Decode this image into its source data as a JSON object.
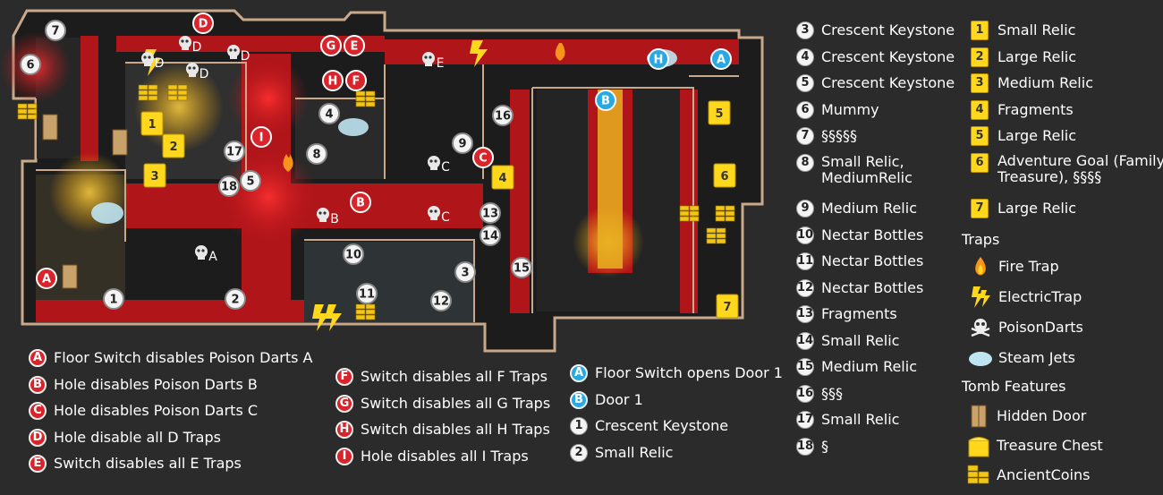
{
  "map_markers": {
    "red": [
      {
        "label": "D"
      },
      {
        "label": "G"
      },
      {
        "label": "E"
      },
      {
        "label": "H"
      },
      {
        "label": "F"
      },
      {
        "label": "I"
      },
      {
        "label": "C"
      },
      {
        "label": "B"
      },
      {
        "label": "A"
      }
    ],
    "blue": [
      {
        "label": "H"
      },
      {
        "label": "A"
      },
      {
        "label": "B"
      }
    ],
    "white": [
      {
        "label": "7"
      },
      {
        "label": "6"
      },
      {
        "label": "4"
      },
      {
        "label": "16"
      },
      {
        "label": "9"
      },
      {
        "label": "17"
      },
      {
        "label": "8"
      },
      {
        "label": "5"
      },
      {
        "label": "18"
      },
      {
        "label": "13"
      },
      {
        "label": "14"
      },
      {
        "label": "10"
      },
      {
        "label": "3"
      },
      {
        "label": "15"
      },
      {
        "label": "11"
      },
      {
        "label": "12"
      },
      {
        "label": "1"
      },
      {
        "label": "2"
      }
    ],
    "yellow": [
      {
        "label": "1"
      },
      {
        "label": "2"
      },
      {
        "label": "3"
      },
      {
        "label": "4"
      },
      {
        "label": "5"
      },
      {
        "label": "6"
      },
      {
        "label": "7"
      }
    ],
    "darts": [
      {
        "label": "D"
      },
      {
        "label": "D"
      },
      {
        "label": "D"
      },
      {
        "label": "E"
      },
      {
        "label": "C"
      },
      {
        "label": "B"
      },
      {
        "label": "C"
      },
      {
        "label": "A"
      },
      {
        "label": "D"
      }
    ]
  },
  "legend_left": [
    {
      "key": "A",
      "text": "Floor Switch disables Poison Darts A"
    },
    {
      "key": "B",
      "text": "Hole disables Poison Darts B"
    },
    {
      "key": "C",
      "text": "Hole disables Poison Darts C"
    },
    {
      "key": "D",
      "text": "Hole disable all D Traps"
    },
    {
      "key": "E",
      "text": "Switch disables all E Traps"
    }
  ],
  "legend_mid": [
    {
      "key": "F",
      "text": "Switch disables all F Traps"
    },
    {
      "key": "G",
      "text": "Switch disables all G Traps"
    },
    {
      "key": "H",
      "text": "Switch disables all H Traps"
    },
    {
      "key": "I",
      "text": "Hole disables all I Traps"
    }
  ],
  "legend_blue": [
    {
      "key": "A",
      "text": "Floor Switch opens Door 1"
    },
    {
      "key": "B",
      "text": "Door 1"
    }
  ],
  "legend_white_low": [
    {
      "key": "1",
      "text": "Crescent Keystone"
    },
    {
      "key": "2",
      "text": "Small Relic"
    }
  ],
  "legend_numbers": [
    {
      "key": "3",
      "text": "Crescent Keystone"
    },
    {
      "key": "4",
      "text": "Crescent Keystone"
    },
    {
      "key": "5",
      "text": "Crescent Keystone"
    },
    {
      "key": "6",
      "text": "Mummy"
    },
    {
      "key": "7",
      "text": "§§§§§"
    },
    {
      "key": "8",
      "text": "Small Relic,",
      "text2": "MediumRelic"
    },
    {
      "key": "9",
      "text": "Medium Relic"
    },
    {
      "key": "10",
      "text": "Nectar Bottles"
    },
    {
      "key": "11",
      "text": "Nectar Bottles"
    },
    {
      "key": "12",
      "text": "Nectar Bottles"
    },
    {
      "key": "13",
      "text": "Fragments"
    },
    {
      "key": "14",
      "text": "Small Relic"
    },
    {
      "key": "15",
      "text": "Medium Relic"
    },
    {
      "key": "16",
      "text": "§§§"
    },
    {
      "key": "17",
      "text": "Small Relic"
    },
    {
      "key": "18",
      "text": "§"
    }
  ],
  "legend_chests": [
    {
      "key": "1",
      "text": "Small Relic"
    },
    {
      "key": "2",
      "text": "Large Relic"
    },
    {
      "key": "3",
      "text": "Medium Relic"
    },
    {
      "key": "4",
      "text": "Fragments"
    },
    {
      "key": "5",
      "text": "Large Relic"
    },
    {
      "key": "6",
      "text": "Adventure Goal (Family",
      "text2": "Treasure), §§§§"
    },
    {
      "key": "7",
      "text": "Large Relic"
    }
  ],
  "traps": {
    "header": "Traps",
    "items": [
      {
        "icon": "fire-icon",
        "text": "Fire Trap"
      },
      {
        "icon": "lightning-icon",
        "text": "ElectricTrap"
      },
      {
        "icon": "skull-icon",
        "text": "PoisonDarts"
      },
      {
        "icon": "cloud-icon",
        "text": "Steam Jets"
      }
    ]
  },
  "features": {
    "header": "Tomb Features",
    "items": [
      {
        "icon": "door-icon",
        "text": "Hidden Door"
      },
      {
        "icon": "chest-icon",
        "text": "Treasure Chest"
      },
      {
        "icon": "coins-icon",
        "text": "AncientCoins"
      }
    ]
  },
  "colors": {
    "red": "#d8242a",
    "blue": "#29a9e1",
    "yellow": "#ffd81e",
    "carpet": "#b0151a",
    "floor": "#1c1c1c",
    "wall": "#c9a98c"
  }
}
